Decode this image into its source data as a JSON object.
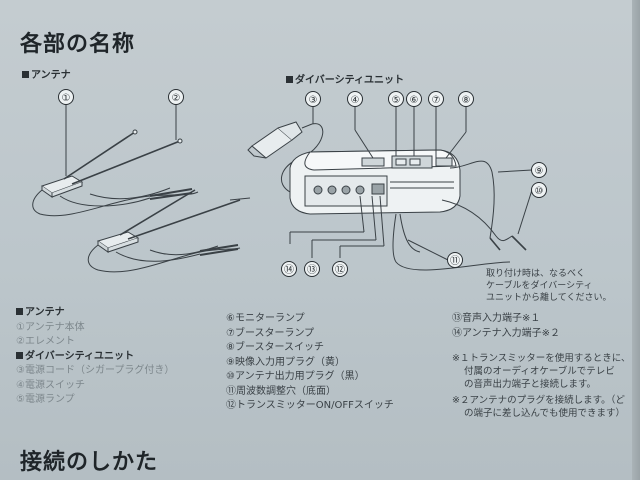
{
  "page": {
    "title": "各部の名称",
    "footer_title": "接続のしかた"
  },
  "sections": {
    "antenna": "アンテナ",
    "diversity": "ダイバーシティユニット"
  },
  "diagram": {
    "callout_numbers": [
      "①",
      "②",
      "③",
      "④",
      "⑤",
      "⑥",
      "⑦",
      "⑧",
      "⑨",
      "⑩",
      "⑪",
      "⑫",
      "⑬",
      "⑭"
    ],
    "callout_note": [
      "取り付け時は、なるべく",
      "ケーブルをダイバーシティ",
      "ユニットから離してください。"
    ]
  },
  "parts_left": [
    {
      "text": "アンテナ",
      "kind": "header"
    },
    {
      "text": "①アンテナ本体",
      "kind": "item"
    },
    {
      "text": "②エレメント",
      "kind": "item"
    },
    {
      "text": "ダイバーシティユニット",
      "kind": "header"
    },
    {
      "text": "③電源コード（シガープラグ付き）",
      "kind": "item"
    },
    {
      "text": "④電源スイッチ",
      "kind": "item"
    },
    {
      "text": "⑤電源ランプ",
      "kind": "item"
    }
  ],
  "parts_middle": [
    "⑥モニターランプ",
    "⑦ブースターランプ",
    "⑧ブースタースイッチ",
    "⑨映像入力用プラグ（黄）",
    "⑩アンテナ出力用プラグ（黒）",
    "⑪周波数調整穴（底面）",
    "⑫トランスミッターON/OFFスイッチ"
  ],
  "parts_right": [
    "⑬音声入力端子※１",
    "⑭アンテナ入力端子※２"
  ],
  "notes": [
    [
      "※１トランスミッターを使用するときに、",
      "付属のオーディオケーブルでテレビ",
      "の音声出力端子と接続します。"
    ],
    [
      "※２アンテナのプラグを接続します。（ど",
      "の端子に差し込んでも使用できます）"
    ]
  ]
}
